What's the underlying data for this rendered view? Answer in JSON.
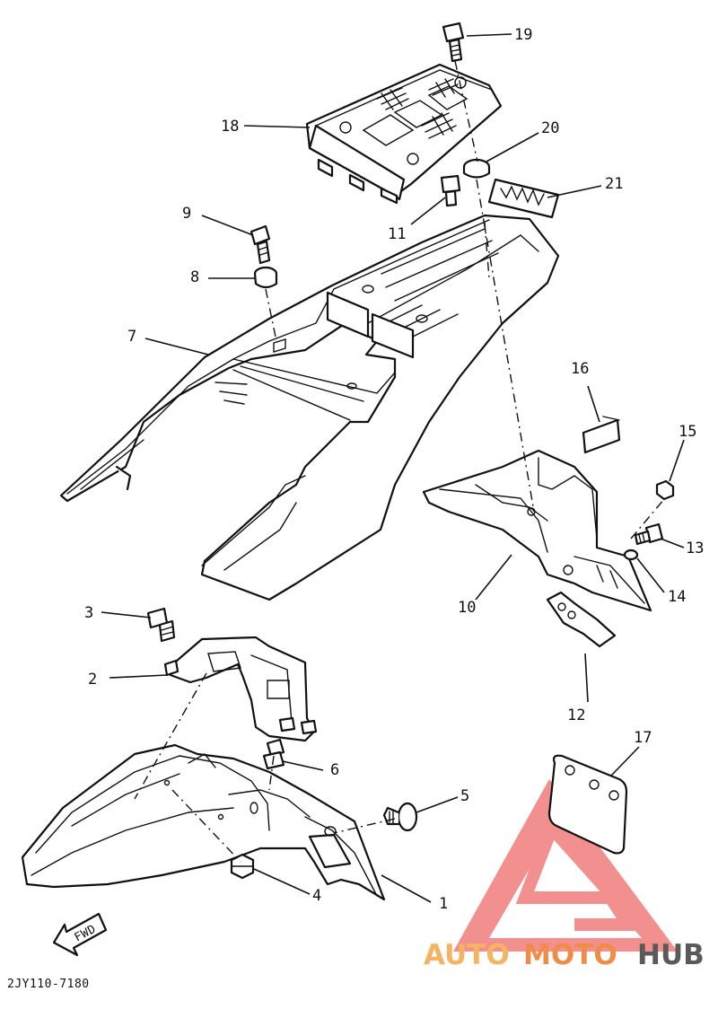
{
  "diagram": {
    "part_numbers": [
      "1",
      "2",
      "3",
      "4",
      "5",
      "6",
      "7",
      "8",
      "9",
      "10",
      "11",
      "12",
      "13",
      "14",
      "15",
      "16",
      "17",
      "18",
      "19",
      "20",
      "21"
    ],
    "fwd_label": "FWD",
    "drawing_code": "2JY110-7180"
  },
  "watermark": {
    "brand_part1": "AUTO",
    "brand_part2": "MOTO",
    "brand_part3": "HUB",
    "color_light": "#f5b463",
    "color_mid": "#f08c4a",
    "color_dark": "#5a5a5a",
    "triangle_color": "#ee6a6a"
  }
}
